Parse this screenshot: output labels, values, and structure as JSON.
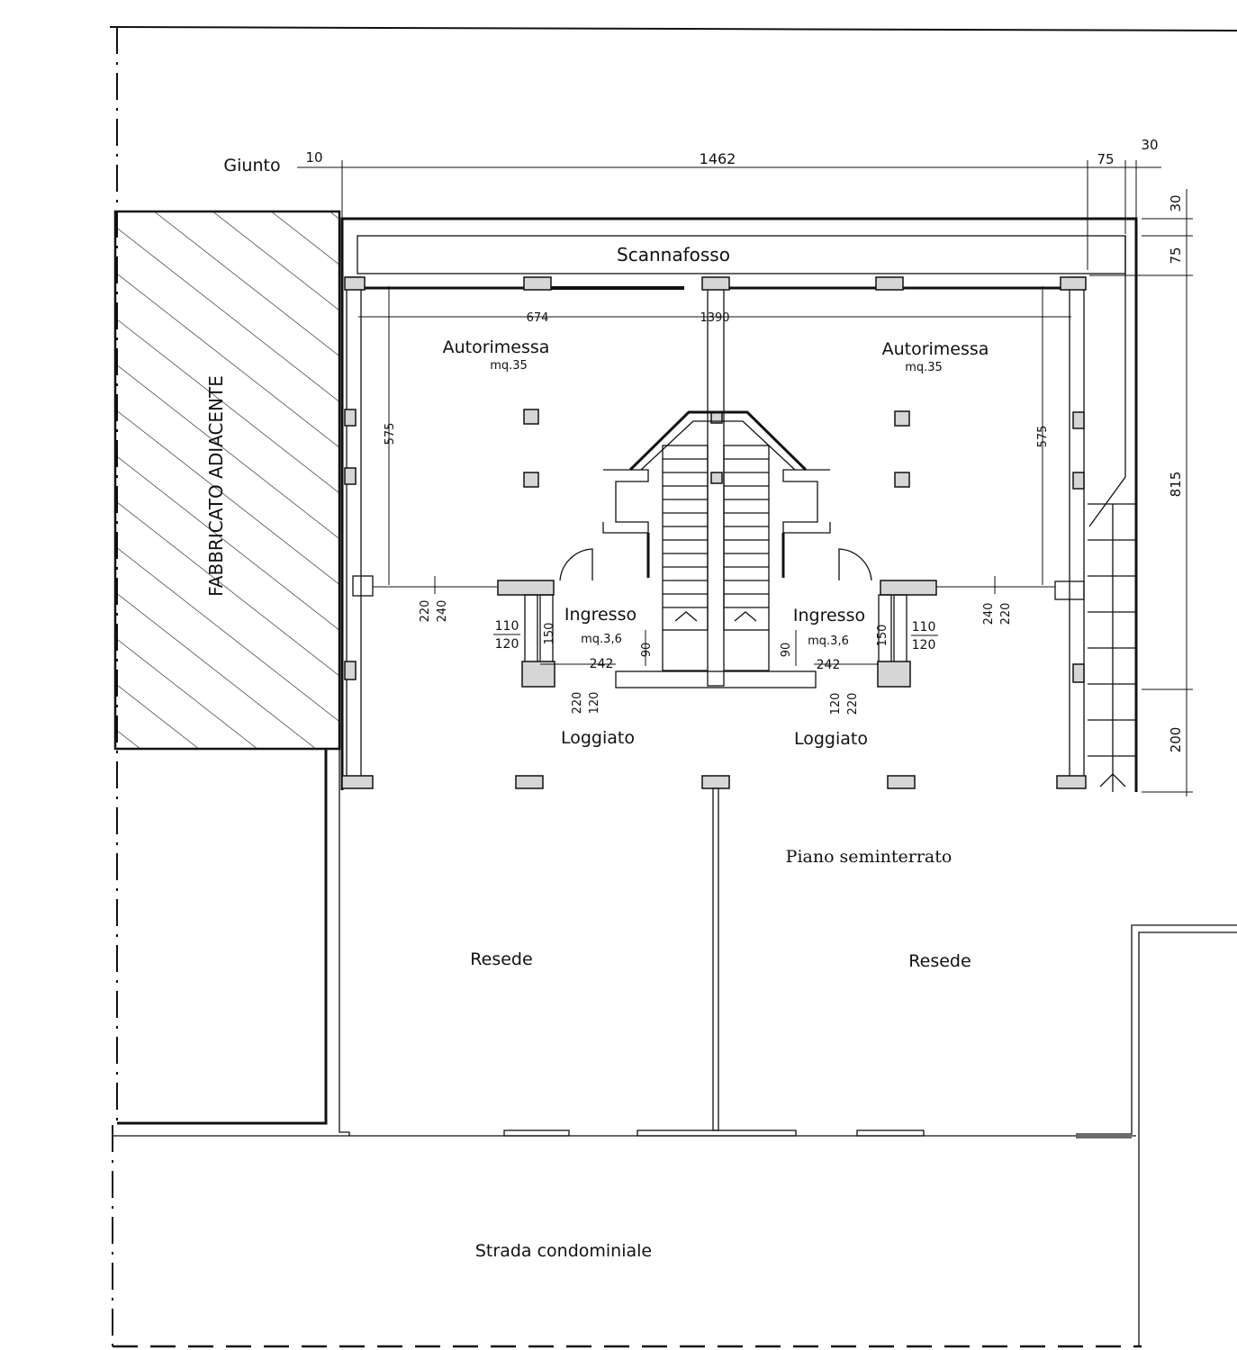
{
  "labels": {
    "giunto": "Giunto",
    "scannafosso": "Scannafosso",
    "fabbricato": "FABBRICATO ADIACENTE",
    "autorimessa_left": "Autorimessa",
    "autorimessa_left_area": "mq.35",
    "autorimessa_right": "Autorimessa",
    "autorimessa_right_area": "mq.35",
    "ingresso_left": "Ingresso",
    "ingresso_left_area": "mq.3,6",
    "ingresso_right": "Ingresso",
    "ingresso_right_area": "mq.3,6",
    "loggiato_left": "Loggiato",
    "loggiato_right": "Loggiato",
    "piano": "Piano seminterrato",
    "resede_left": "Resede",
    "resede_right": "Resede",
    "strada": "Strada condominiale"
  },
  "dimensions": {
    "giunto": "10",
    "total_width": "1462",
    "right_75": "75",
    "right_30": "30",
    "side_30": "30",
    "side_75": "75",
    "side_815": "815",
    "side_200": "200",
    "inner_674": "674",
    "inner_1390": "1390",
    "left_575": "575",
    "right_575": "575",
    "l_220": "220",
    "l_240": "240",
    "l_110": "110",
    "l_120": "120",
    "l_150": "150",
    "l_90": "90",
    "l_242": "242",
    "l_220b": "220",
    "l_120b": "120",
    "r_240": "240",
    "r_220": "220",
    "r_110": "110",
    "r_120": "120",
    "r_150": "150",
    "r_90": "90",
    "r_242": "242",
    "r_120b": "120",
    "r_220b": "220"
  }
}
